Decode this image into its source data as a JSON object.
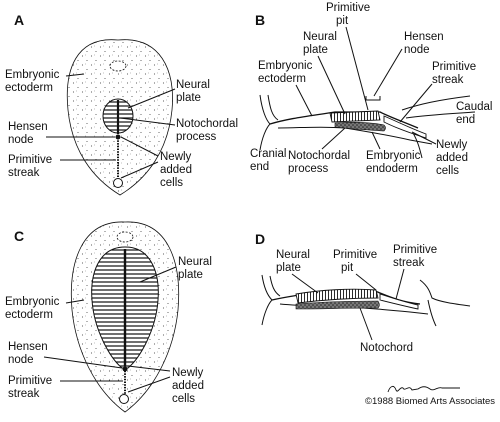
{
  "panels": {
    "a": {
      "letter": "A",
      "labels": {
        "embryonic_ectoderm": [
          "Embryonic",
          "ectoderm"
        ],
        "neural_plate": [
          "Neural",
          "plate"
        ],
        "notochordal_process": [
          "Notochordal",
          "process"
        ],
        "hensen_node": [
          "Hensen",
          "node"
        ],
        "primitive_streak": [
          "Primitive",
          "streak"
        ],
        "newly_added_cells": [
          "Newly",
          "added",
          "cells"
        ]
      }
    },
    "b": {
      "letter": "B",
      "labels": {
        "primitive_pit": [
          "Primitive",
          "pit"
        ],
        "neural_plate": [
          "Neural",
          "plate"
        ],
        "hensen_node": [
          "Hensen",
          "node"
        ],
        "embryonic_ectoderm": [
          "Embryonic",
          "ectoderm"
        ],
        "primitive_streak": [
          "Primitive",
          "streak"
        ],
        "caudal_end": [
          "Caudal",
          "end"
        ],
        "cranial_end": [
          "Cranial",
          "end"
        ],
        "notochordal_process": [
          "Notochordal",
          "process"
        ],
        "embryonic_endoderm": [
          "Embryonic",
          "endoderm"
        ],
        "newly_added_cells": [
          "Newly",
          "added",
          "cells"
        ]
      }
    },
    "c": {
      "letter": "C",
      "labels": {
        "neural_plate": [
          "Neural",
          "plate"
        ],
        "embryonic_ectoderm": [
          "Embryonic",
          "ectoderm"
        ],
        "hensen_node": [
          "Hensen",
          "node"
        ],
        "primitive_streak": [
          "Primitive",
          "streak"
        ],
        "newly_added_cells": [
          "Newly",
          "added",
          "cells"
        ]
      }
    },
    "d": {
      "letter": "D",
      "labels": {
        "neural_plate": [
          "Neural",
          "plate"
        ],
        "primitive_pit": [
          "Primitive",
          "pit"
        ],
        "primitive_streak": [
          "Primitive",
          "streak"
        ],
        "notochord": [
          "Notochord"
        ]
      }
    }
  },
  "credit": {
    "copyright": "©1988 Biomed Arts Associates"
  }
}
